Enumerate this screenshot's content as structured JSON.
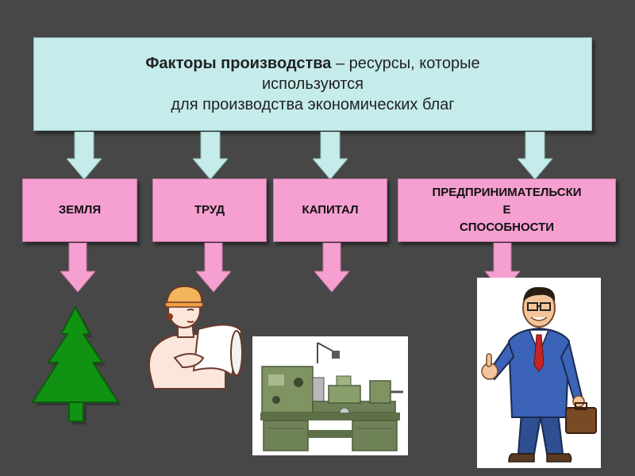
{
  "header": {
    "term": "Факторы производства",
    "definition_line1": " – ресурсы, которые",
    "definition_line2": "используются",
    "definition_line3": "для производства экономических благ"
  },
  "factors": [
    {
      "label": "ЗЕМЛЯ"
    },
    {
      "label": "ТРУД"
    },
    {
      "label": "КАПИТАЛ"
    },
    {
      "label": "ПРЕДПРИНИМАТЕЛЬСКИ\nЕ\nСПОСОБНОСТИ"
    }
  ],
  "colors": {
    "background": "#474747",
    "header_fill": "#c5ecea",
    "factor_fill": "#f5a0d0",
    "top_arrow": "#c5ecea",
    "bottom_arrow": "#f5a0d0",
    "tree": "#129212"
  },
  "images": {
    "land": "fir-tree",
    "labor": "worker-with-blueprint",
    "capital": "lathe-machine",
    "entrepreneurship": "businessman-thumbs-up"
  }
}
